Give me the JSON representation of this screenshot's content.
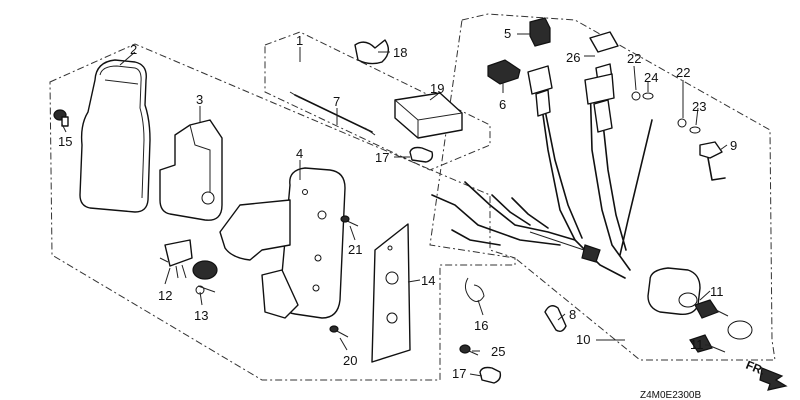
{
  "callouts": [
    {
      "id": "c1",
      "text": "1"
    },
    {
      "id": "c2",
      "text": "2"
    },
    {
      "id": "c3",
      "text": "3"
    },
    {
      "id": "c4",
      "text": "4"
    },
    {
      "id": "c5",
      "text": "5"
    },
    {
      "id": "c6",
      "text": "6"
    },
    {
      "id": "c7",
      "text": "7"
    },
    {
      "id": "c8",
      "text": "8"
    },
    {
      "id": "c9",
      "text": "9"
    },
    {
      "id": "c10",
      "text": "10"
    },
    {
      "id": "c11a",
      "text": "11"
    },
    {
      "id": "c11b",
      "text": "11"
    },
    {
      "id": "c12",
      "text": "12"
    },
    {
      "id": "c13",
      "text": "13"
    },
    {
      "id": "c14",
      "text": "14"
    },
    {
      "id": "c15",
      "text": "15"
    },
    {
      "id": "c16",
      "text": "16"
    },
    {
      "id": "c17a",
      "text": "17"
    },
    {
      "id": "c17b",
      "text": "17"
    },
    {
      "id": "c18",
      "text": "18"
    },
    {
      "id": "c19",
      "text": "19"
    },
    {
      "id": "c20",
      "text": "20"
    },
    {
      "id": "c21",
      "text": "21"
    },
    {
      "id": "c22a",
      "text": "22"
    },
    {
      "id": "c22b",
      "text": "22"
    },
    {
      "id": "c23",
      "text": "23"
    },
    {
      "id": "c24",
      "text": "24"
    },
    {
      "id": "c25",
      "text": "25"
    },
    {
      "id": "c26",
      "text": "26"
    }
  ],
  "diagram_code": "Z4M0E2300B",
  "direction_label": "FR."
}
